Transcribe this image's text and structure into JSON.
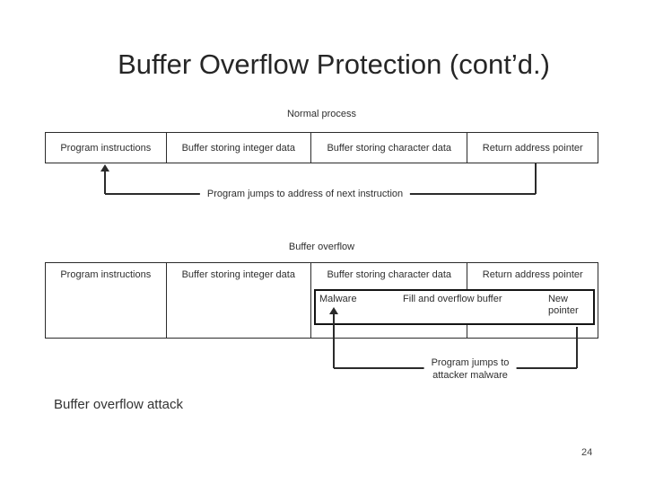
{
  "slide": {
    "title": "Buffer Overflow Protection (cont’d.)",
    "bottom_caption": "Buffer overflow attack",
    "page_number": "24"
  },
  "normal_process": {
    "label": "Normal process",
    "columns": [
      "Program instructions",
      "Buffer storing integer data",
      "Buffer storing character data",
      "Return address pointer"
    ],
    "arrow_caption": "Program jumps to address of next instruction"
  },
  "buffer_overflow": {
    "label": "Buffer overflow",
    "columns": [
      "Program instructions",
      "Buffer storing integer data",
      "Buffer storing character data",
      "Return address pointer"
    ],
    "malware_box": {
      "left": "Malware",
      "center": "Fill and overflow buffer",
      "right": "New pointer"
    },
    "arrow_caption_line1": "Program jumps to",
    "arrow_caption_line2": "attacker malware"
  },
  "colors": {
    "background": "#ffffff",
    "line": "#2b2b2b",
    "text": "#2e2e2e",
    "thick_border": "#141414"
  }
}
